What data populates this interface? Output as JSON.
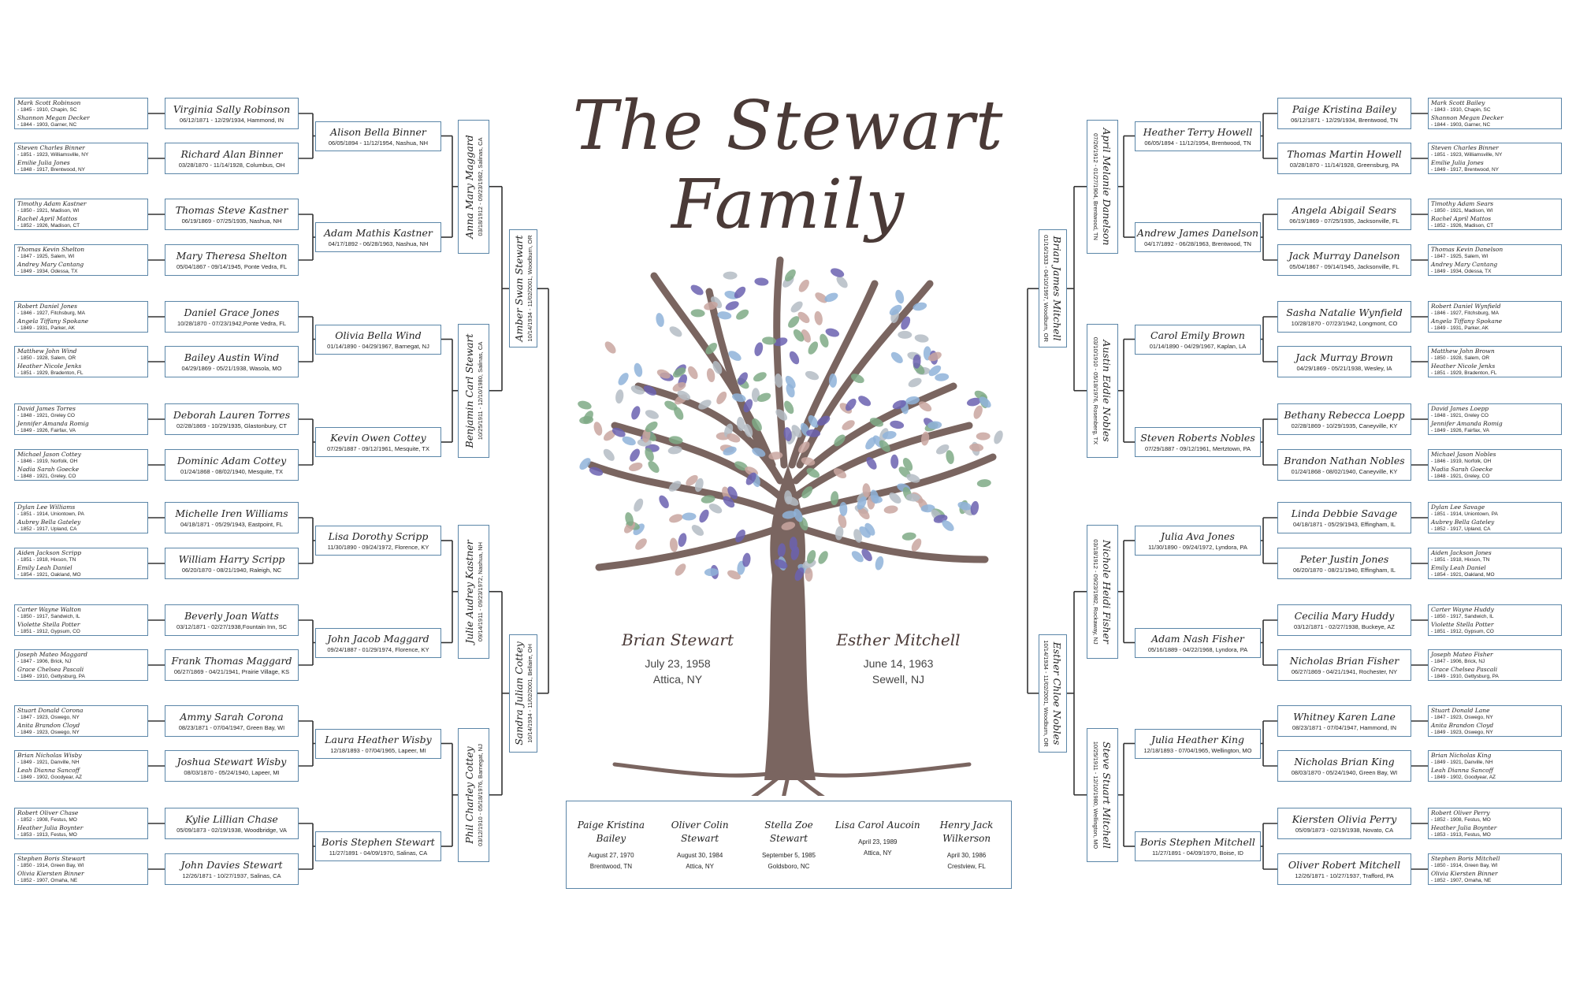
{
  "title": "The Stewart Family",
  "couple": {
    "husband": {
      "name": "Brian Stewart",
      "date": "July 23, 1958",
      "place": "Attica, NY"
    },
    "wife": {
      "name": "Esther Mitchell",
      "date": "June 14, 1963",
      "place": "Sewell, NJ"
    }
  },
  "children": [
    {
      "name": "Paige Kristina Bailey",
      "date": "August 27, 1970",
      "place": "Brentwood, TN"
    },
    {
      "name": "Oliver Colin Stewart",
      "date": "August 30, 1984",
      "place": "Attica, NY"
    },
    {
      "name": "Stella Zoe Stewart",
      "date": "September 5, 1985",
      "place": "Goldsboro, NC"
    },
    {
      "name": "Lisa Carol Aucoin",
      "date": "April 23, 1989",
      "place": "Attica, NY"
    },
    {
      "name": "Henry Jack Wilkerson",
      "date": "April 30, 1986",
      "place": "Crestview, FL"
    }
  ],
  "left": {
    "ggp": [
      {
        "a": {
          "n": "Mark Scott Robinson",
          "d": " - 1845 - 1910, Chapin, SC"
        },
        "b": {
          "n": "Shannon Megan Decker",
          "d": " - 1844 - 1903, Garner, NC"
        }
      },
      {
        "a": {
          "n": "Steven Charles Binner",
          "d": " - 1851 - 1923, Williamsville, NY"
        },
        "b": {
          "n": "Emilie Julia Jones",
          "d": " - 1848 - 1917, Brentwood, NY"
        }
      },
      {
        "a": {
          "n": "Timothy Adam Kastner",
          "d": " - 1850 - 1921, Madison, WI"
        },
        "b": {
          "n": "Rachel April Mattos",
          "d": " - 1852 - 1926, Madison, CT"
        }
      },
      {
        "a": {
          "n": "Thomas Kevin Shelton",
          "d": " - 1847 - 1925, Salem, WI"
        },
        "b": {
          "n": "Andrey Mary Cantang",
          "d": " - 1849 - 1934, Odessa, TX"
        }
      },
      {
        "a": {
          "n": "Robert Daniel Jones",
          "d": " - 1846 - 1927, Fitchsburg, MA"
        },
        "b": {
          "n": "Angela Tiffany Spokane",
          "d": " - 1849 - 1931, Parker, AK"
        }
      },
      {
        "a": {
          "n": "Matthew John Wind",
          "d": " - 1850 - 1928, Salem, OR"
        },
        "b": {
          "n": "Heather Nicole Jenks",
          "d": " - 1851 - 1929, Bradenton, FL"
        }
      },
      {
        "a": {
          "n": "David James Torres",
          "d": " - 1848 - 1921, Greley CO"
        },
        "b": {
          "n": "Jennifer Amanda Romig",
          "d": " - 1849 - 1926, Fairfax, VA"
        }
      },
      {
        "a": {
          "n": "Michael Jason Cottey",
          "d": " - 1846 - 1919, Norfolk, OH"
        },
        "b": {
          "n": "Nadia Sarah Goecke",
          "d": " - 1848 - 1921, Greley, CO"
        }
      },
      {
        "a": {
          "n": "Dylan Lee Williams",
          "d": " - 1851 - 1914, Uniontown, PA"
        },
        "b": {
          "n": "Aubrey Bella Gateley",
          "d": " - 1852 - 1917, Upland, CA"
        }
      },
      {
        "a": {
          "n": "Aiden Jackson Scripp",
          "d": " - 1851 - 1918, Hixson, TN"
        },
        "b": {
          "n": "Emily Leah Daniel",
          "d": " - 1854 - 1921, Oakland, MO"
        }
      },
      {
        "a": {
          "n": "Carter Wayne Walton",
          "d": " - 1850 - 1917, Sandwich, IL"
        },
        "b": {
          "n": "Violette Stella Potter",
          "d": " - 1851 - 1912, Gypsum, CO"
        }
      },
      {
        "a": {
          "n": "Joseph Mateo Maggard",
          "d": " - 1847 - 1906, Brick, NJ"
        },
        "b": {
          "n": "Grace Chelsea Pascali",
          "d": " - 1849 - 1910, Gettysburg, PA"
        }
      },
      {
        "a": {
          "n": "Stuart Donald Corona",
          "d": " - 1847 - 1923, Oswego, NY"
        },
        "b": {
          "n": "Anita Brandon Cloyd",
          "d": " - 1849 - 1923, Oswego, NY"
        }
      },
      {
        "a": {
          "n": "Brian Nicholas Wisby",
          "d": " - 1849 - 1921, Danville, NH"
        },
        "b": {
          "n": "Leah Dianna Sancoff",
          "d": " - 1849 - 1902, Goodyear, AZ"
        }
      },
      {
        "a": {
          "n": "Robert Oliver Chase",
          "d": " - 1852 - 1908, Festus, MO"
        },
        "b": {
          "n": "Heather Julia Boynter",
          "d": " - 1853 - 1913, Festus, MO"
        }
      },
      {
        "a": {
          "n": "Stephen Boris Stewart",
          "d": " - 1850 - 1914, Green Bay, WI"
        },
        "b": {
          "n": "Olivia Kiersten Binner",
          "d": " - 1852 - 1907, Omaha, NE"
        }
      }
    ],
    "gp": [
      {
        "n": "Virginia Sally Robinson",
        "d": "06/12/1871 - 12/29/1934, Hammond, IN"
      },
      {
        "n": "Richard Alan Binner",
        "d": "03/28/1870 - 11/14/1928, Columbus, OH"
      },
      {
        "n": "Thomas Steve Kastner",
        "d": "06/19/1869 - 07/25/1935, Nashua, NH"
      },
      {
        "n": "Mary Theresa Shelton",
        "d": "05/04/1867 - 09/14/1945, Ponte Vedra, FL"
      },
      {
        "n": "Daniel Grace Jones",
        "d": "10/28/1870 - 07/23/1942,Ponte Vedra, FL"
      },
      {
        "n": "Bailey Austin Wind",
        "d": "04/29/1869 - 05/21/1938, Wasola, MO"
      },
      {
        "n": "Deborah Lauren Torres",
        "d": "02/28/1869 - 10/29/1935, Glastonbury, CT"
      },
      {
        "n": "Dominic Adam Cottey",
        "d": "01/24/1868 - 08/02/1940, Mesquite, TX"
      },
      {
        "n": "Michelle Iren Williams",
        "d": "04/18/1871 - 05/29/1943, Eastpoint, FL"
      },
      {
        "n": "William Harry Scripp",
        "d": "06/20/1870 - 08/21/1940, Raleigh, NC"
      },
      {
        "n": "Beverly Joan Watts",
        "d": "03/12/1871 - 02/27/1938,Fountain Inn, SC"
      },
      {
        "n": "Frank Thomas Maggard",
        "d": "06/27/1869 - 04/21/1941, Prairie Village, KS"
      },
      {
        "n": "Ammy Sarah Corona",
        "d": "08/23/1871 - 07/04/1947, Green Bay, WI"
      },
      {
        "n": "Joshua Stewart Wisby",
        "d": "08/03/1870 - 05/24/1940, Lapeer, MI"
      },
      {
        "n": "Kylie Lillian Chase",
        "d": "05/09/1873 - 02/19/1938, Woodbridge, VA"
      },
      {
        "n": "John Davies Stewart",
        "d": "12/26/1871 - 10/27/1937, Salinas, CA"
      }
    ],
    "p": [
      {
        "n": "Alison Bella Binner",
        "d": "06/05/1894 - 11/12/1954, Nashua, NH"
      },
      {
        "n": "Adam Mathis Kastner",
        "d": "04/17/1892 - 06/28/1963, Nashua, NH"
      },
      {
        "n": "Olivia Bella Wind",
        "d": "01/14/1890 - 04/29/1967, Barnegat, NJ"
      },
      {
        "n": "Kevin Owen Cottey",
        "d": "07/29/1887 - 09/12/1961, Mesquite, TX"
      },
      {
        "n": "Lisa Dorothy Scripp",
        "d": "11/30/1890 - 09/24/1972, Florence, KY"
      },
      {
        "n": "John Jacob Maggard",
        "d": "09/24/1887 - 01/29/1974, Florence, KY"
      },
      {
        "n": "Laura Heather Wisby",
        "d": "12/18/1893 - 07/04/1965, Lapeer, MI"
      },
      {
        "n": "Boris Stephen Stewart",
        "d": "11/27/1891 - 04/09/1970, Salinas, CA"
      }
    ],
    "g": [
      {
        "n": "Anna Mary Maggard",
        "d": "03/18/1912 - 09/23/1982, Salinas, CA"
      },
      {
        "n": "Benjamin Carl Stewart",
        "d": "10/25/1911 - 12/10/1980, Salinas, CA"
      },
      {
        "n": "Julie Audrey Kastner",
        "d": "09/14/1911 - 09/23/1972, Nashua, NH"
      },
      {
        "n": "Phil Charley Cottey",
        "d": "03/12/1910 - 05/18/1976, Barnegat, NJ"
      }
    ],
    "s": [
      {
        "n": "Amber Swan Stewart",
        "d": "10/14/1934 - 11/02/2001, Woodburn, OR"
      },
      {
        "n": "Sandra Julian Cottey",
        "d": "10/14/1934 - 11/02/2001, Bellaire, OH"
      }
    ]
  },
  "right": {
    "ggp": [
      {
        "a": {
          "n": "Mark Scott Bailey",
          "d": " - 1843 - 1910, Chapin, SC"
        },
        "b": {
          "n": "Shannon Megan Decker",
          "d": " - 1844 - 1903, Garner, NC"
        }
      },
      {
        "a": {
          "n": "Steven Charles Binner",
          "d": " - 1851 - 1923, Williamsville, NY"
        },
        "b": {
          "n": "Emilie Julia Jones",
          "d": " - 1849 - 1917, Brentwood, NY"
        }
      },
      {
        "a": {
          "n": "Timothy Adam Sears",
          "d": " - 1850 - 1921, Madison, WI"
        },
        "b": {
          "n": "Rachel April Mattos",
          "d": " - 1852 - 1926, Madison, CT"
        }
      },
      {
        "a": {
          "n": "Thomas Kevin Danelson",
          "d": " - 1847 - 1925, Salem, WI"
        },
        "b": {
          "n": "Andrey Mary Cantang",
          "d": " - 1849 - 1934, Odessa, TX"
        }
      },
      {
        "a": {
          "n": "Robert Daniel Wynfield",
          "d": " - 1846 - 1927, Fitchsburg, MA"
        },
        "b": {
          "n": "Angela Tiffany Spokane",
          "d": " - 1849 - 1931, Parker, AK"
        }
      },
      {
        "a": {
          "n": "Matthew John Brown",
          "d": " - 1850 - 1928, Salem, OR"
        },
        "b": {
          "n": "Heather Nicole Jenks",
          "d": " - 1851 - 1929, Bradenton, FL"
        }
      },
      {
        "a": {
          "n": "David James Loepp",
          "d": " - 1848 - 1921, Greley CO"
        },
        "b": {
          "n": "Jennifer Amanda Romig",
          "d": " - 1849 - 1926, Fairfax, VA"
        }
      },
      {
        "a": {
          "n": "Michael Jason Nobles",
          "d": " - 1846 - 1919, Norfolk, OH"
        },
        "b": {
          "n": "Nadia Sarah Goecke",
          "d": " - 1848 - 1921, Greley, CO"
        }
      },
      {
        "a": {
          "n": "Dylan Lee Savage",
          "d": " - 1851 - 1914, Uniontown, PA"
        },
        "b": {
          "n": "Aubrey Bella Gateley",
          "d": " - 1852 - 1917, Upland, CA"
        }
      },
      {
        "a": {
          "n": "Aiden Jackson Jones",
          "d": " - 1851 - 1918, Hixson, TN"
        },
        "b": {
          "n": "Emily Leah Daniel",
          "d": " - 1854 - 1921, Oakland, MO"
        }
      },
      {
        "a": {
          "n": "Carter Wayne Huddy",
          "d": " - 1850 - 1917, Sandwich, IL"
        },
        "b": {
          "n": "Violette Stella Potter",
          "d": " - 1851 - 1912, Gypsum, CO"
        }
      },
      {
        "a": {
          "n": "Joseph Mateo Fisher",
          "d": " - 1847 - 1906, Brick, NJ"
        },
        "b": {
          "n": "Grace Chelsea Pascali",
          "d": " - 1849 - 1910, Gettysburg, PA"
        }
      },
      {
        "a": {
          "n": "Stuart Donald Lane",
          "d": " - 1847 - 1923, Oswego, NY"
        },
        "b": {
          "n": "Anita Brandon Cloyd",
          "d": " - 1849 - 1923, Oswego, NY"
        }
      },
      {
        "a": {
          "n": "Brian Nicholas King",
          "d": " - 1849 - 1921, Danville, NH"
        },
        "b": {
          "n": "Leah Dianna Sancoff",
          "d": " - 1849 - 1902, Goodyear, AZ"
        }
      },
      {
        "a": {
          "n": "Robert Oliver Perry",
          "d": " - 1852 - 1908, Festus, MO"
        },
        "b": {
          "n": "Heather Julia Boynter",
          "d": " - 1853 - 1913, Festus, MO"
        }
      },
      {
        "a": {
          "n": "Stephen Boris Mitchell",
          "d": " - 1850 - 1914, Green Bay, WI"
        },
        "b": {
          "n": "Olivia Kiersten Binner",
          "d": " - 1852 - 1907, Omaha, NE"
        }
      }
    ],
    "gp": [
      {
        "n": "Paige Kristina Bailey",
        "d": "06/12/1871 - 12/29/1934, Brentwood, TN"
      },
      {
        "n": "Thomas Martin Howell",
        "d": "03/28/1870 - 11/14/1928, Greensburg, PA"
      },
      {
        "n": "Angela Abigail Sears",
        "d": "06/19/1869 - 07/25/1935, Jacksonville, FL"
      },
      {
        "n": "Jack Murray Danelson",
        "d": "05/04/1867 - 09/14/1945, Jacksonville, FL"
      },
      {
        "n": "Sasha Natalie Wynfield",
        "d": "10/28/1870 - 07/23/1942, Longmont, CO"
      },
      {
        "n": "Jack Murray Brown",
        "d": "04/29/1869 - 05/21/1938, Wesley, IA"
      },
      {
        "n": "Bethany Rebecca Loepp",
        "d": "02/28/1869 - 10/29/1935, Caneyville, KY"
      },
      {
        "n": "Brandon Nathan Nobles",
        "d": "01/24/1868 - 08/02/1940, Caneyville, KY"
      },
      {
        "n": "Linda Debbie Savage",
        "d": "04/18/1871 - 05/29/1943, Effingham, IL"
      },
      {
        "n": "Peter Justin Jones",
        "d": "06/20/1870 - 08/21/1940, Effingham, IL"
      },
      {
        "n": "Cecilia Mary Huddy",
        "d": "03/12/1871 - 02/27/1938, Buckeye, AZ"
      },
      {
        "n": "Nicholas Brian Fisher",
        "d": "06/27/1869 - 04/21/1941, Rochester, NY"
      },
      {
        "n": "Whitney Karen Lane",
        "d": "08/23/1871 - 07/04/1947, Hammond, IN"
      },
      {
        "n": "Nicholas Brian King",
        "d": "08/03/1870 - 05/24/1940, Green Bay, WI"
      },
      {
        "n": "Kiersten Olivia Perry",
        "d": "05/09/1873 - 02/19/1938, Novato, CA"
      },
      {
        "n": "Oliver Robert Mitchell",
        "d": "12/26/1871 - 10/27/1937, Trafford, PA"
      }
    ],
    "p": [
      {
        "n": "Heather Terry Howell",
        "d": "06/05/1894 - 11/12/1954, Brentwood, TN"
      },
      {
        "n": "Andrew James Danelson",
        "d": "04/17/1892 - 06/28/1963, Brentwood, TN"
      },
      {
        "n": "Carol Emily Brown",
        "d": "01/14/1890 - 04/29/1967, Kaplan, LA"
      },
      {
        "n": "Steven Roberts Nobles",
        "d": "07/29/1887 - 09/12/1961, Mertztown, PA"
      },
      {
        "n": "Julia Ava Jones",
        "d": "11/30/1890 - 09/24/1972, Lyndora, PA"
      },
      {
        "n": "Adam Nash Fisher",
        "d": "05/16/1889 - 04/22/1968, Lyndora, PA"
      },
      {
        "n": "Julia Heather King",
        "d": "12/18/1893 - 07/04/1965, Wellington, MO"
      },
      {
        "n": "Boris Stephen Mitchell",
        "d": "11/27/1891 - 04/09/1970, Boise, ID"
      }
    ],
    "g": [
      {
        "n": "April Melanie Danelson",
        "d": "07/26/1912 - 01/27/1904, Brentwood, TN"
      },
      {
        "n": "Austin Eddie Nobles",
        "d": "03/10/1910 - 05/18/1976, Rosenberg, TX"
      },
      {
        "n": "Nichole Heidi Fisher",
        "d": "03/18/1912 - 09/23/1982, Rockaway, NJ"
      },
      {
        "n": "Steve Stuart Mitchell",
        "d": "10/25/1911 - 12/10/1980, Wellington, MO"
      }
    ],
    "s": [
      {
        "n": "Brian James Mitchell",
        "d": "01/16/1933 - 04/10/1997, Woodburn, OR"
      },
      {
        "n": "Esther Chloe Nobles",
        "d": "10/14/1934 - 11/02/2001, Woodburn, OR"
      }
    ]
  },
  "colors": {
    "border": "#5b86a8",
    "title": "#4a3a37",
    "trunk": "#7a6560",
    "leaf_blue": "#8fb3d9",
    "leaf_purple": "#6b62b0",
    "leaf_green": "#7faa86",
    "leaf_pink": "#c9a6a0",
    "leaf_grey": "#b4bcc4"
  }
}
